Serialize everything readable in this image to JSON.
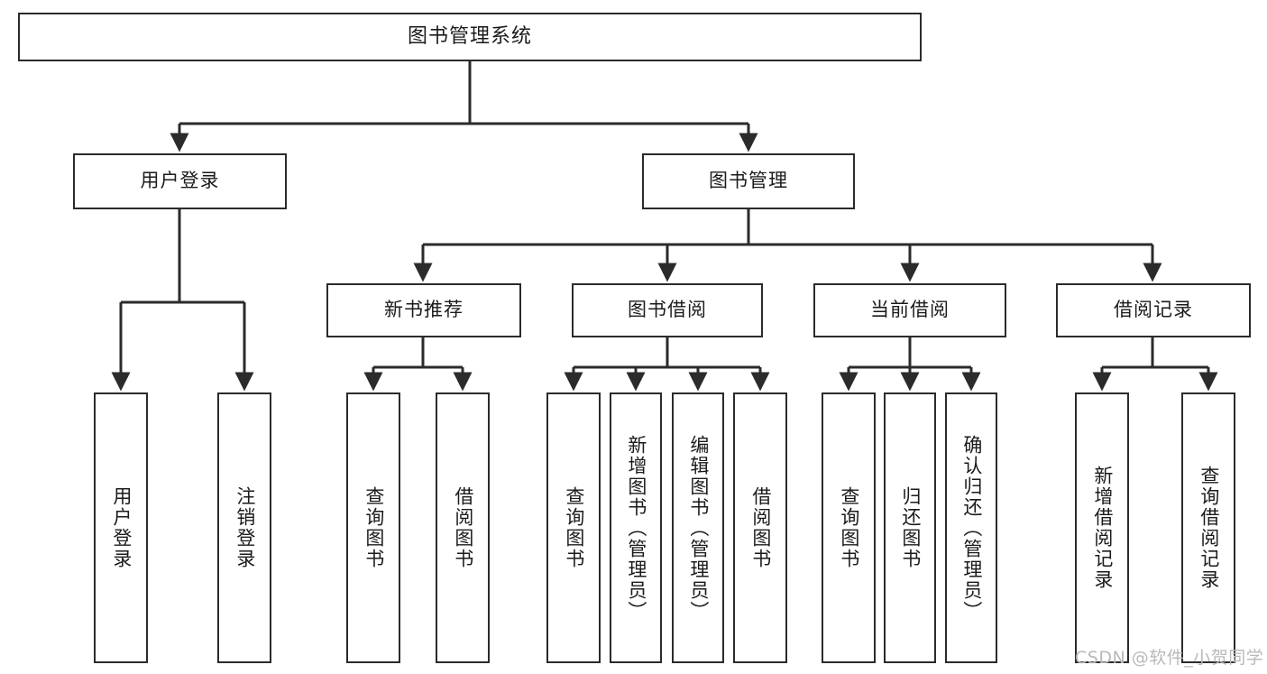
{
  "diagram": {
    "title": "图书管理系统",
    "type": "tree",
    "watermark": "CSDN @软件_小贺同学",
    "line_color": "#2b2b2b",
    "box_fill": "#ffffff",
    "text_color": "#1b1b1b",
    "watermark_color": "#b9b9b9"
  },
  "root": {
    "label": "图书管理系统"
  },
  "level2": [
    {
      "label": "用户登录"
    },
    {
      "label": "图书管理"
    }
  ],
  "level3": [
    {
      "label": "新书推荐"
    },
    {
      "label": "图书借阅"
    },
    {
      "label": "当前借阅"
    },
    {
      "label": "借阅记录"
    }
  ],
  "leaves": {
    "user_login": [
      {
        "label": "用户登录"
      },
      {
        "label": "注销登录"
      }
    ],
    "new_book_recommend": [
      {
        "label": "查询图书"
      },
      {
        "label": "借阅图书"
      }
    ],
    "book_borrow": [
      {
        "label": "查询图书"
      },
      {
        "label": "新增图书（管理员）"
      },
      {
        "label": "编辑图书（管理员）"
      },
      {
        "label": "借阅图书"
      }
    ],
    "current_borrow": [
      {
        "label": "查询图书"
      },
      {
        "label": "归还图书"
      },
      {
        "label": "确认归还（管理员）"
      }
    ],
    "borrow_record": [
      {
        "label": "新增借阅记录"
      },
      {
        "label": "查询借阅记录"
      }
    ]
  }
}
